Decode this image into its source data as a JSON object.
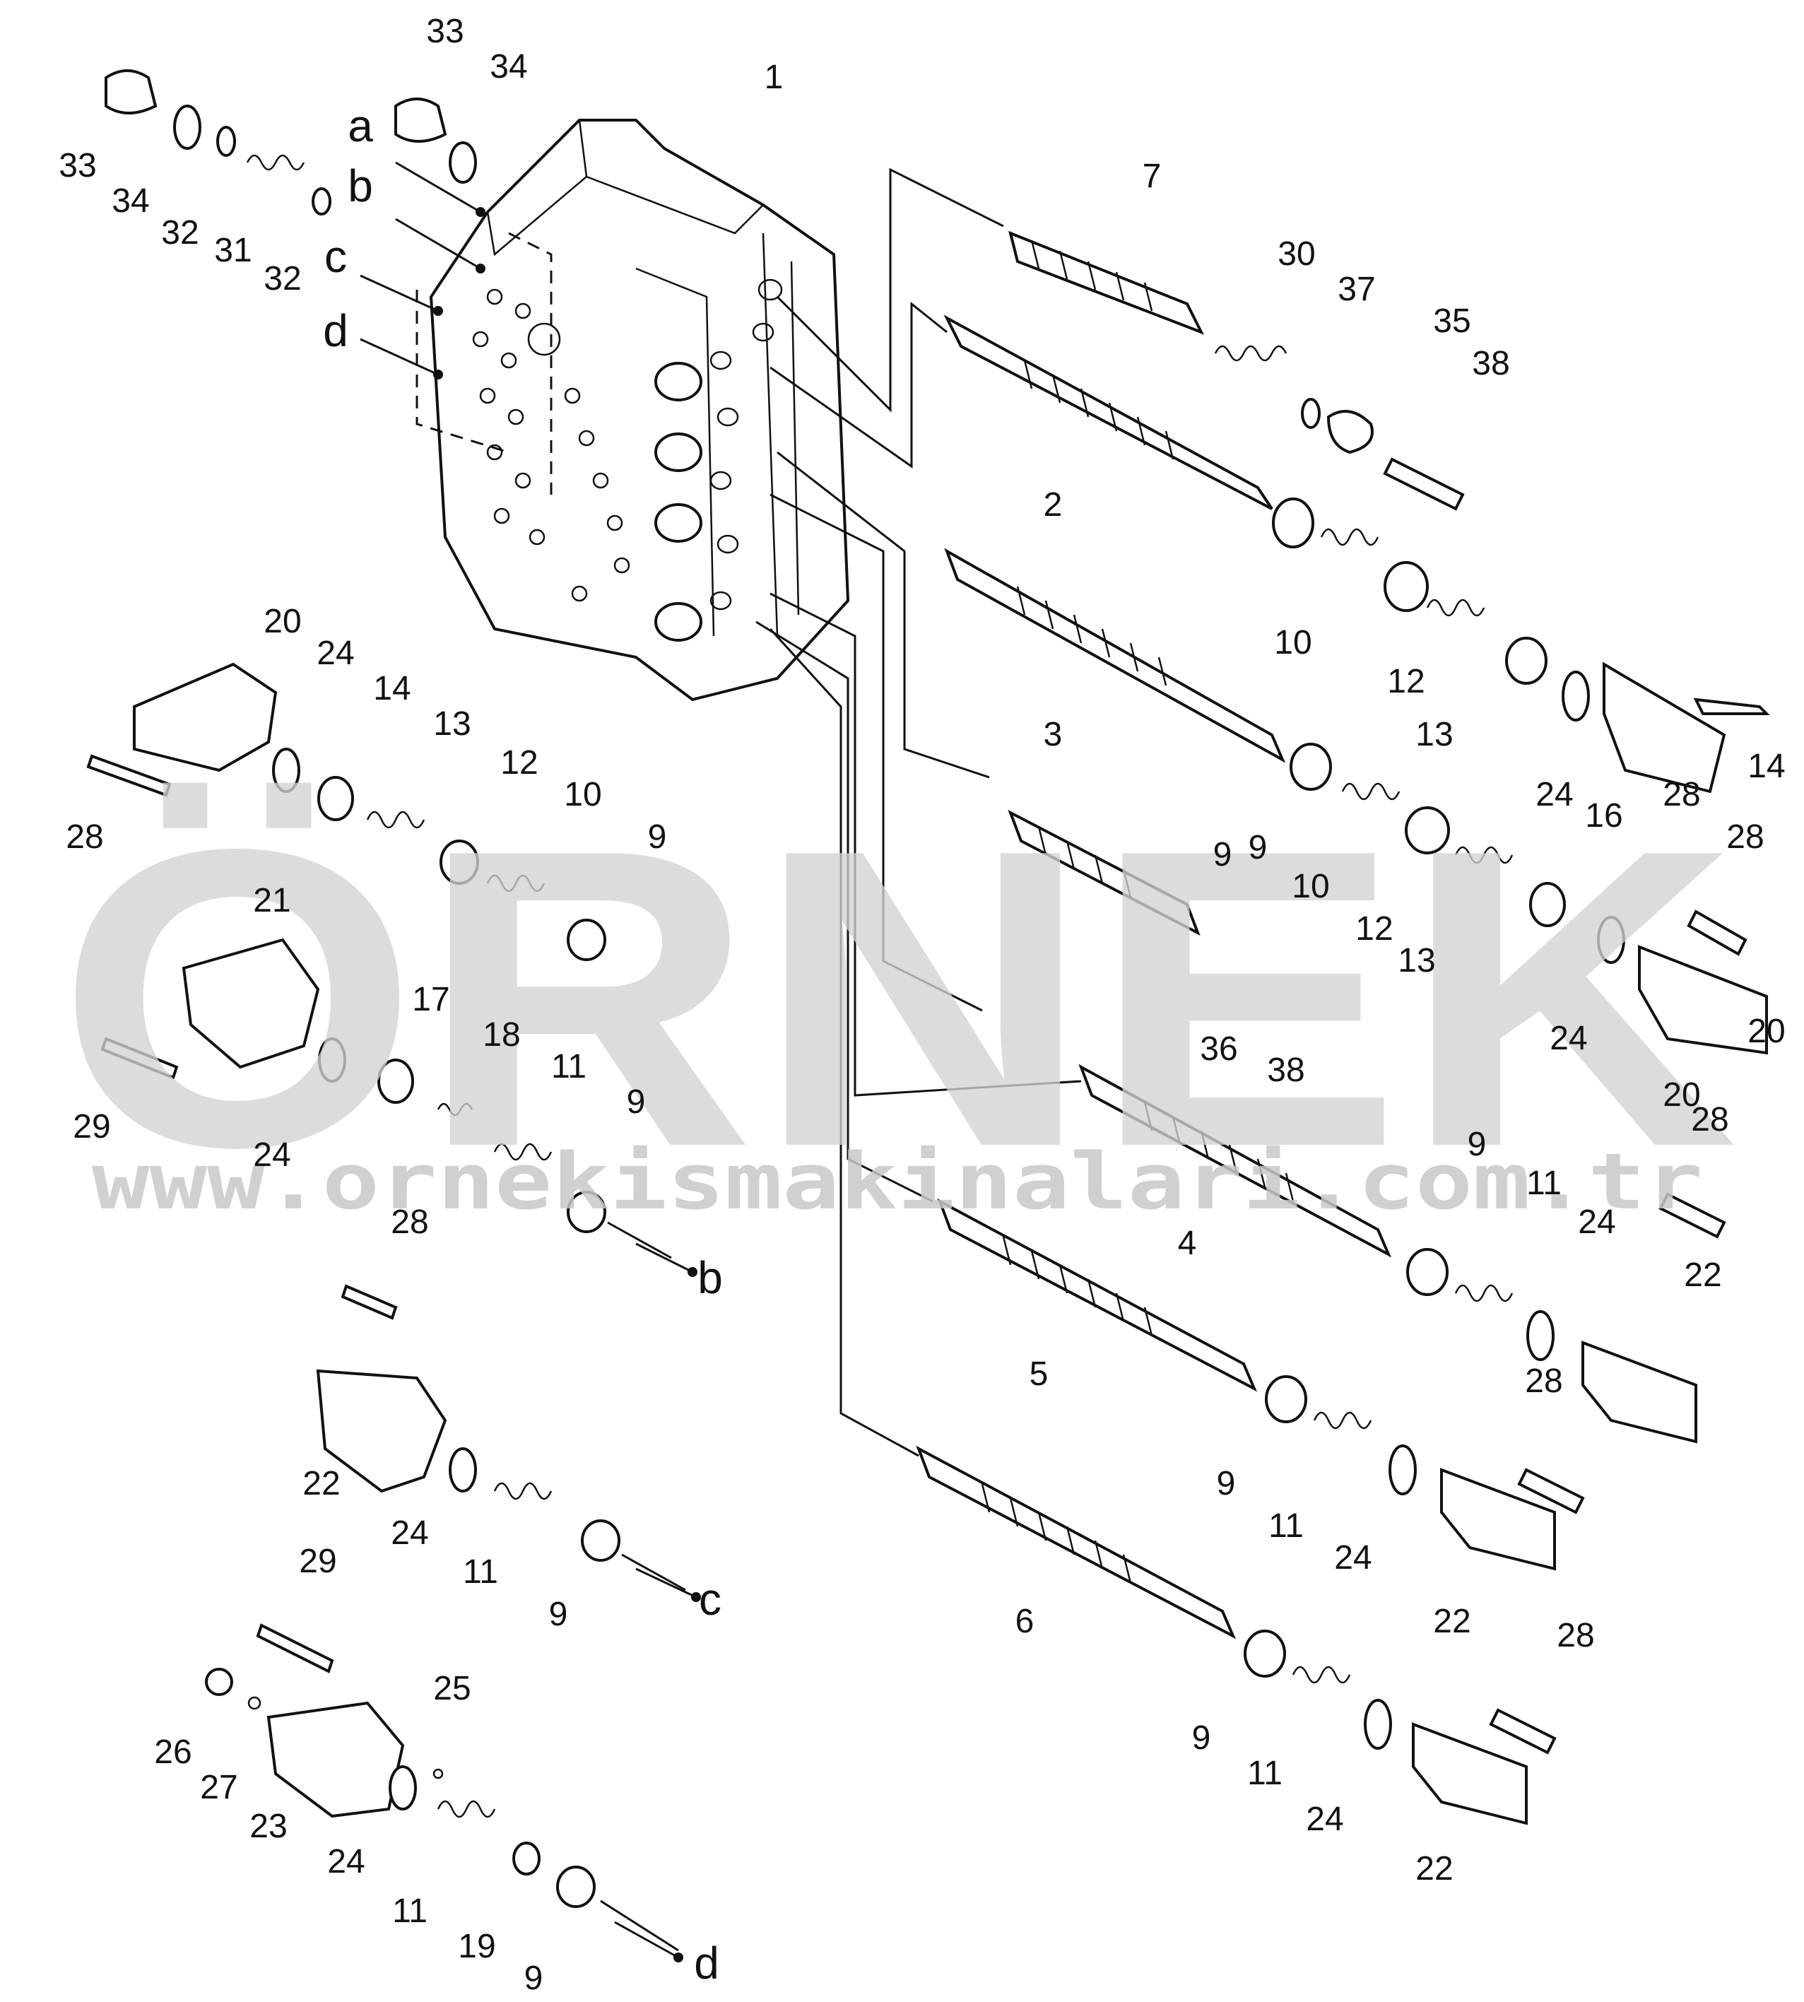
{
  "watermark": {
    "brand": "ÖRNEK",
    "url": "www.ornekismakinalari.com.tr",
    "accent_color": "#f5d76e"
  },
  "arrow_labels": [
    "a",
    "b",
    "c",
    "d",
    "b",
    "c",
    "d"
  ],
  "callouts": [
    "1",
    "2",
    "3",
    "4",
    "5",
    "6",
    "7",
    "9",
    "10",
    "12",
    "13",
    "14",
    "20",
    "24",
    "28",
    "30",
    "35",
    "37",
    "38",
    "9",
    "10",
    "12",
    "13",
    "16",
    "24",
    "28",
    "20",
    "36",
    "38",
    "9",
    "11",
    "24",
    "28",
    "22",
    "9",
    "11",
    "24",
    "28",
    "22",
    "9",
    "11",
    "24",
    "28",
    "22",
    "33",
    "34",
    "32",
    "31",
    "32",
    "33",
    "34",
    "20",
    "24",
    "14",
    "13",
    "12",
    "10",
    "9",
    "28",
    "21",
    "29",
    "24",
    "17",
    "18",
    "11",
    "9",
    "28",
    "22",
    "24",
    "11",
    "9",
    "29",
    "26",
    "27",
    "23",
    "24",
    "25",
    "11",
    "19",
    "9"
  ]
}
